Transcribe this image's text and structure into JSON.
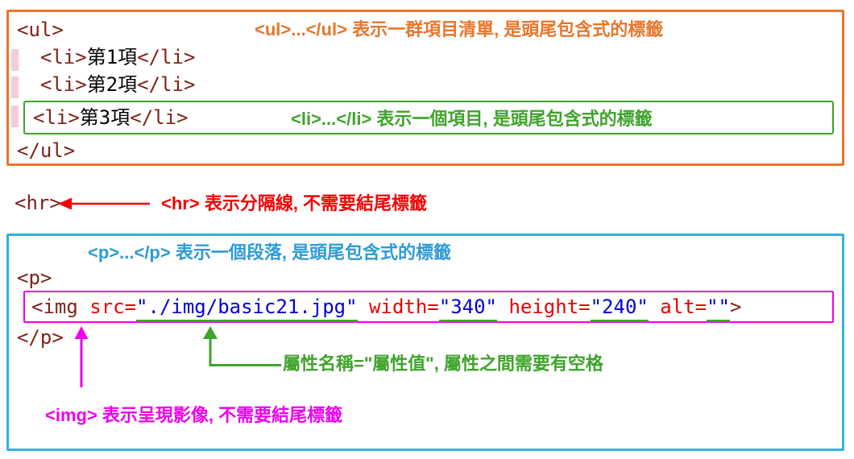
{
  "colors": {
    "orange": "#e8762c",
    "green": "#3fa32b",
    "red": "#f30000",
    "cyan": "#2fb4dc",
    "skyblue": "#2d9bd3",
    "magenta": "#ee00ee",
    "tag": "#7e2219",
    "attr": "#e90000",
    "value": "#0000d8",
    "pink_mark": "#f7ccd6"
  },
  "ul_box": {
    "ul_open": "<ul>",
    "annotation": {
      "bold": "<ul>...</ul>",
      "text": " 表示一群項目清單, 是頭尾包含式的標籤"
    },
    "li1": {
      "open": "  <li>",
      "text": "第1項",
      "close": "</li>"
    },
    "li2": {
      "open": "  <li>",
      "text": "第2項",
      "close": "</li>"
    },
    "li3": {
      "open": "<li>",
      "text": "第3項",
      "close": "</li>"
    },
    "li_annotation": {
      "bold": "<li>...</li>",
      "text": " 表示一個項目, 是頭尾包含式的標籤"
    },
    "ul_close": "</ul>"
  },
  "hr_section": {
    "code": "<hr>",
    "annotation": {
      "bold": "<hr>",
      "text": " 表示分隔線, 不需要結尾標籤"
    }
  },
  "p_box": {
    "annotation": {
      "bold": "<p>...</p>",
      "text": " 表示一個段落, 是頭尾包含式的標籤"
    },
    "p_open": "<p>",
    "img_code": {
      "tag_open": "<img",
      "attr1_name": " src=",
      "attr1_value": "\"./img/basic21.jpg\"",
      "attr2_name": " width=",
      "attr2_value": "\"340\"",
      "attr3_name": " height=",
      "attr3_value": "\"240\"",
      "attr4_name": " alt=",
      "attr4_value": "\"\"",
      "tag_close": ">"
    },
    "p_close": "</p>",
    "attr_note": "屬性名稱=\"屬性值\", 屬性之間需要有空格",
    "img_annotation": {
      "bold": "<img>",
      "text": " 表示呈現影像, 不需要結尾標籤"
    }
  }
}
